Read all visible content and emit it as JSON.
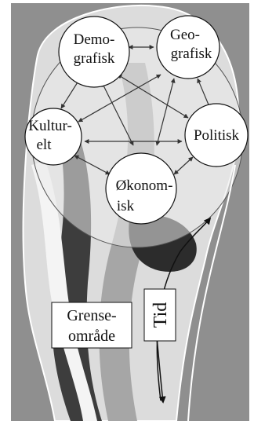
{
  "nodes": {
    "demografisk": {
      "line1": "Demo-",
      "line2": "grafisk"
    },
    "geografisk": {
      "line1": "Geo-",
      "line2": "grafisk"
    },
    "kulturelt": {
      "line1": "Kultur-",
      "line2": "elt"
    },
    "politisk": {
      "line1": "Politisk"
    },
    "okonomisk": {
      "line1": "Økonom-",
      "line2": "isk"
    }
  },
  "labels": {
    "grenseomrade": {
      "line1": "Grense-",
      "line2": "område"
    },
    "tid": "Tid"
  }
}
